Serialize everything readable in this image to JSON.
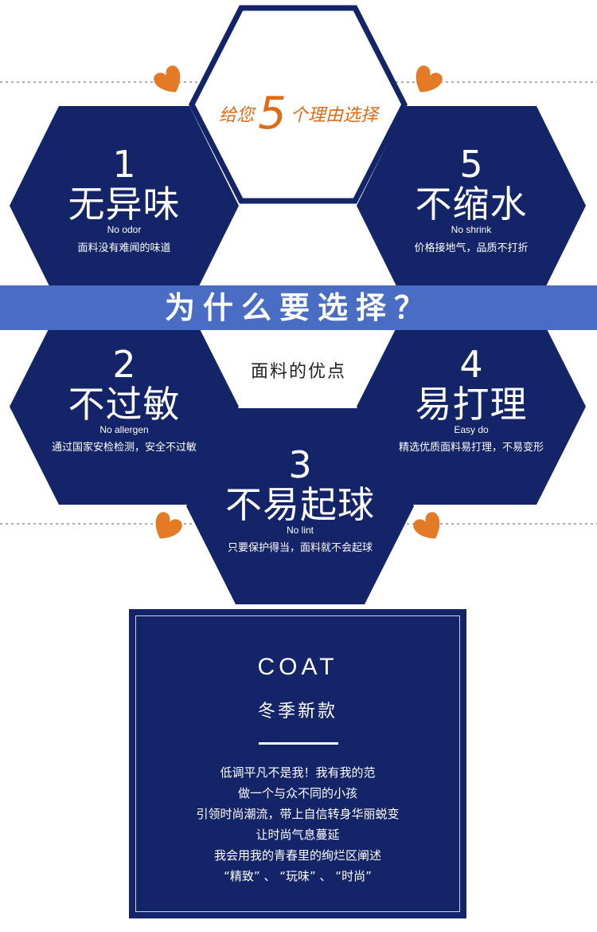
{
  "header": {
    "prefix": "给您",
    "number": "5",
    "suffix": "个理由选择"
  },
  "reasons": [
    {
      "num": "1",
      "title": "无异味",
      "en": "No odor",
      "desc": "面料没有难闻的味道"
    },
    {
      "num": "5",
      "title": "不缩水",
      "en": "No shrink",
      "desc": "价格接地气，品质不打折"
    },
    {
      "num": "2",
      "title": "不过敏",
      "en": "No allergen",
      "desc": "通过国家安检检测，安全不过敏"
    },
    {
      "num": "4",
      "title": "易打理",
      "en": "Easy do",
      "desc": "精选优质面料易打理，不易变形"
    },
    {
      "num": "3",
      "title": "不易起球",
      "en": "No lint",
      "desc": "只要保护得当，面料就不会起球"
    }
  ],
  "banner": {
    "text": "为什么要选择？"
  },
  "center_label": "面料的优点",
  "coat": {
    "title": "COAT",
    "subtitle": "冬季新款",
    "lines": [
      "低调平凡不是我！我有我的范",
      "做一个与众不同的小孩",
      "引领时尚潮流，带上自信转身华丽蜕变",
      "让时尚气息蔓延",
      "我会用我的青春里的绚烂区阐述",
      "“精致” 、 “玩味” 、 “时尚”"
    ]
  },
  "colors": {
    "navy": "#142468",
    "banner": "#4a6dc4",
    "accent": "#e06b16",
    "heart": "#e57a26"
  }
}
